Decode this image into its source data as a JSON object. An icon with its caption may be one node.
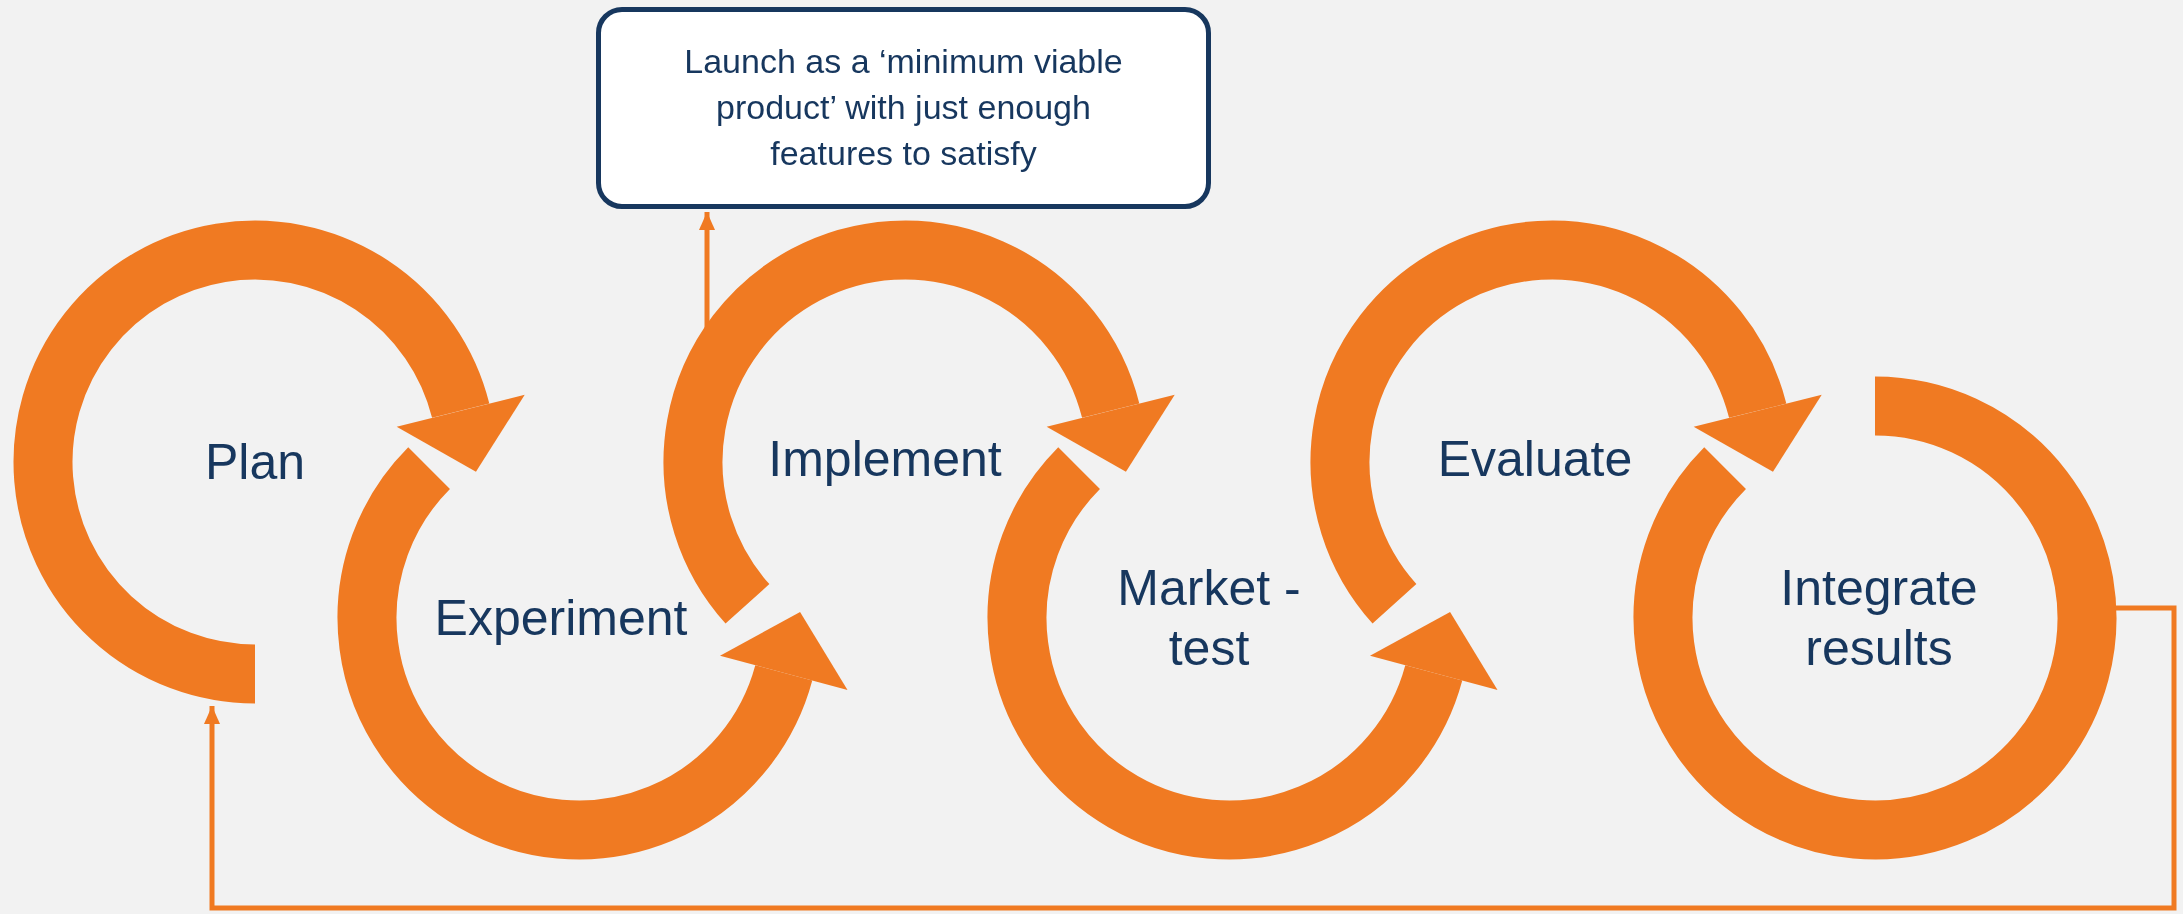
{
  "diagram": {
    "nodes": [
      {
        "text": [
          "Plan"
        ]
      },
      {
        "text": [
          "Experiment"
        ]
      },
      {
        "text": [
          "Implement"
        ]
      },
      {
        "text": [
          "Market - test"
        ]
      },
      {
        "text": [
          "Evaluate"
        ]
      },
      {
        "text": [
          "Integrate results"
        ]
      },
      {
        "text": [
          "Launch as a ‘minimum viable product’ with just enough features to satisfy"
        ]
      }
    ],
    "edges": [
      {
        "from": 2,
        "to": 6,
        "arrow": "to"
      },
      {
        "from": 5,
        "to": 0,
        "arrow": "to"
      }
    ]
  }
}
